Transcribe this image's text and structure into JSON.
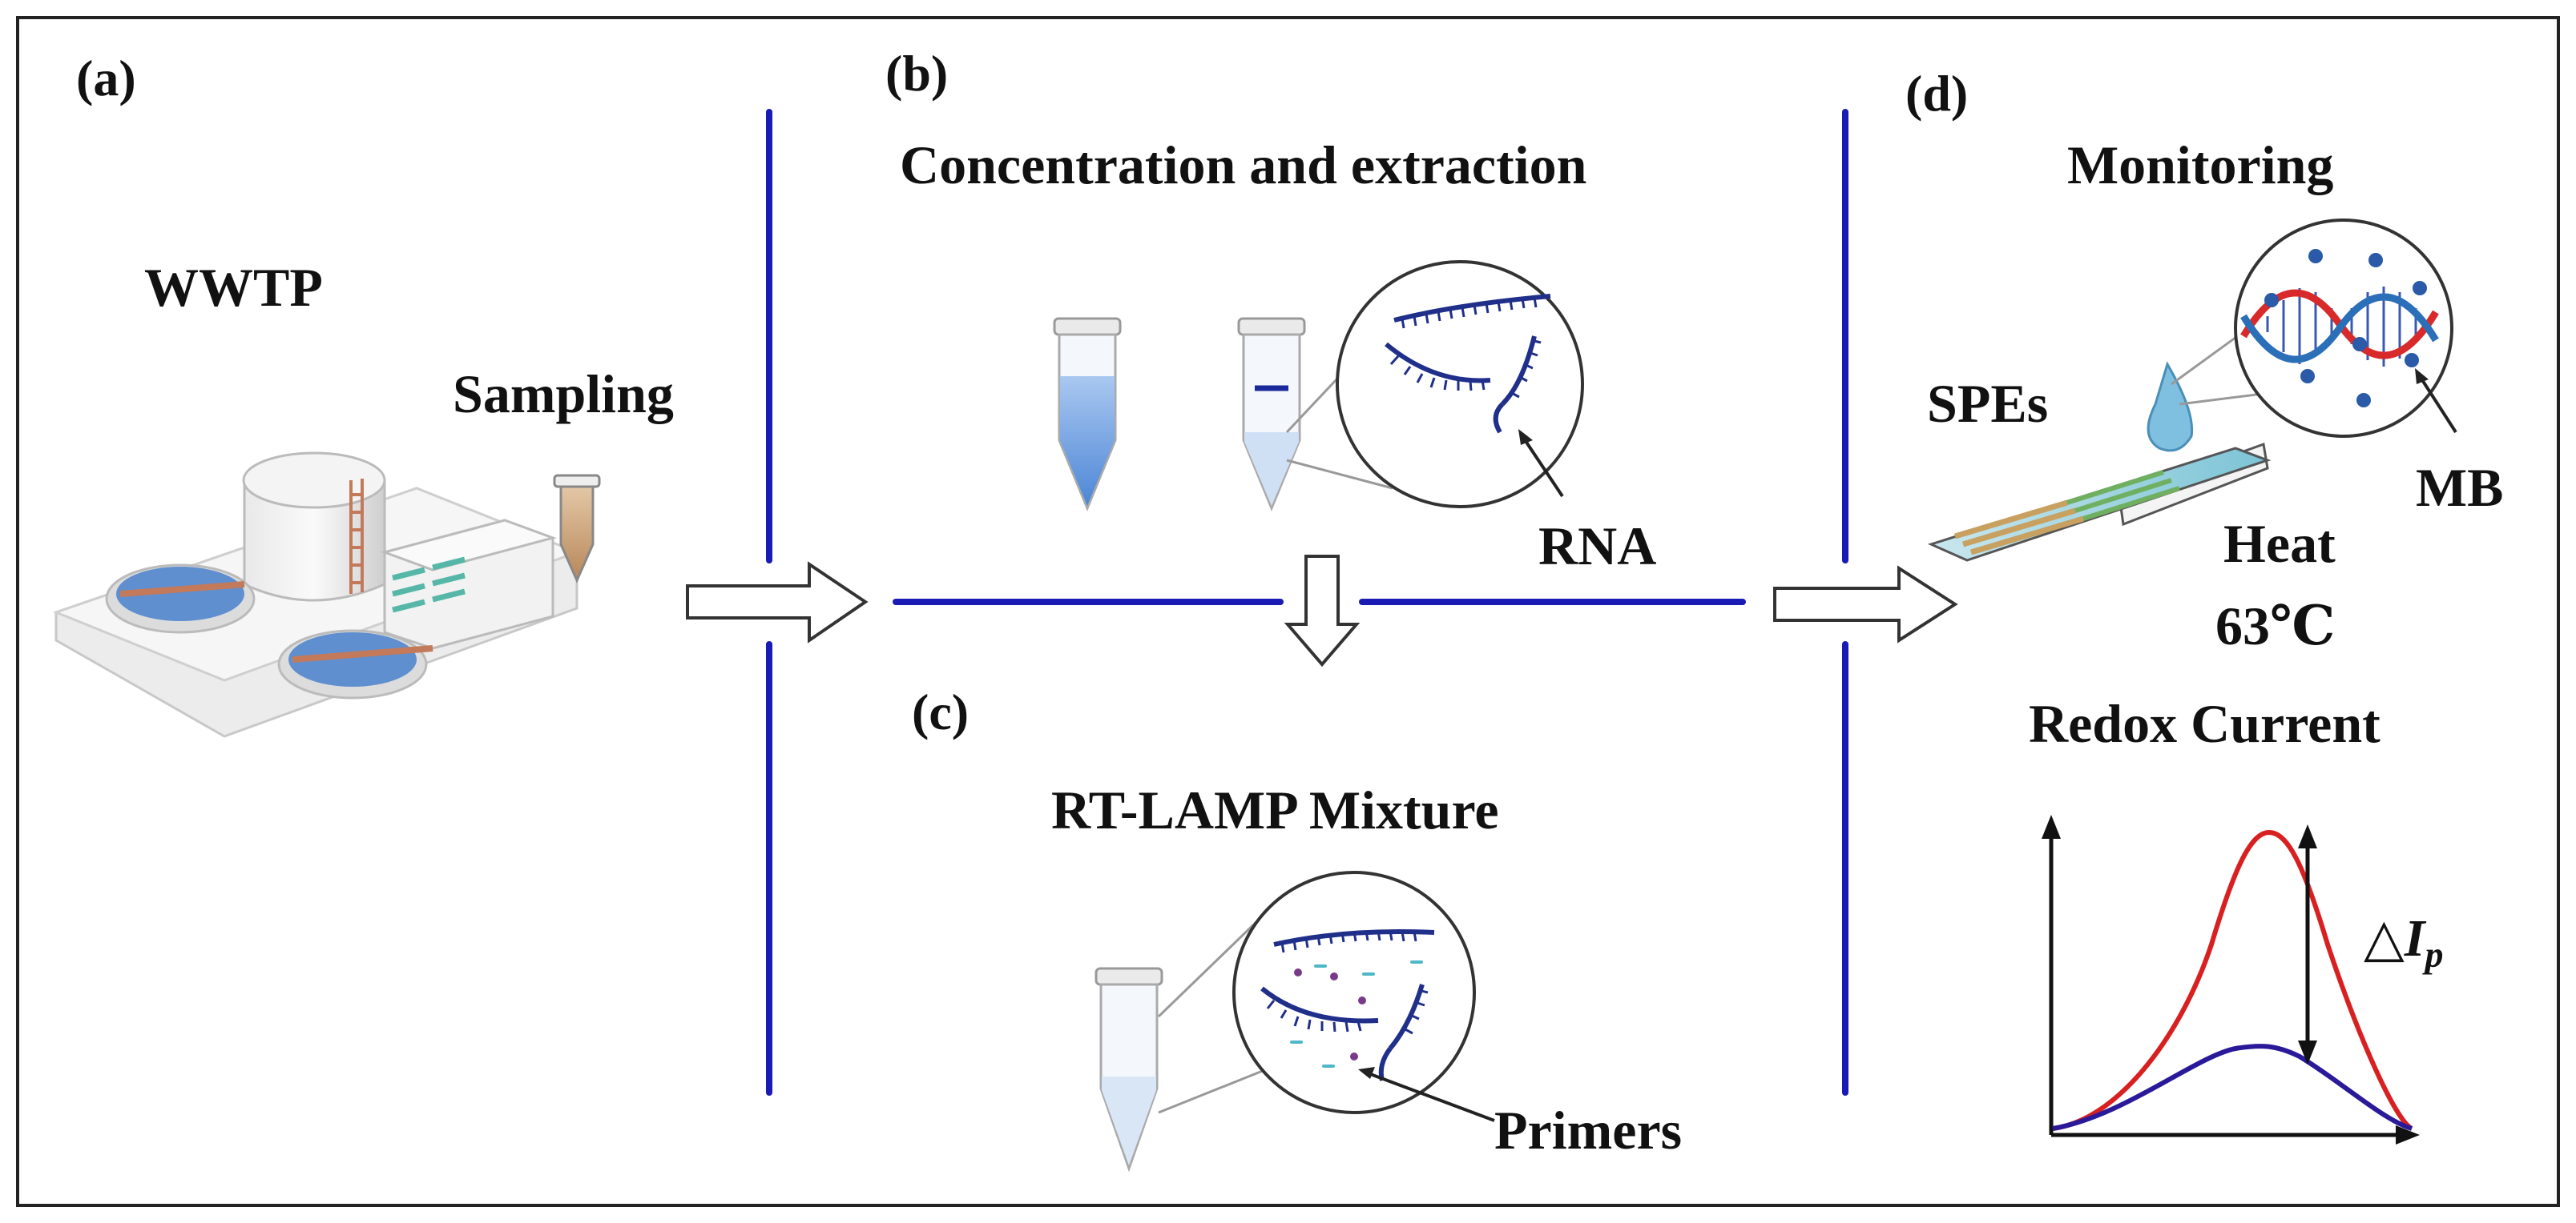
{
  "panels": {
    "a": {
      "label": "(a)",
      "site": "WWTP",
      "step": "Sampling"
    },
    "b": {
      "label": "(b)",
      "title": "Concentration and extraction",
      "target": "RNA"
    },
    "c": {
      "label": "(c)",
      "title": "RT-LAMP Mixture",
      "target": "Primers"
    },
    "d": {
      "label": "(d)",
      "title": "Monitoring",
      "electrode": "SPEs",
      "indicator": "MB",
      "heat": "Heat",
      "temperature": "63℃",
      "signal": "Redox Current",
      "delta": {
        "symbol": "△",
        "var": "I",
        "sub": "p"
      }
    }
  },
  "colors": {
    "divider": "#1a1ab4",
    "curve_high": "#d82020",
    "curve_low": "#2a1a9a",
    "sample_liquid": "#7aa6e0"
  }
}
